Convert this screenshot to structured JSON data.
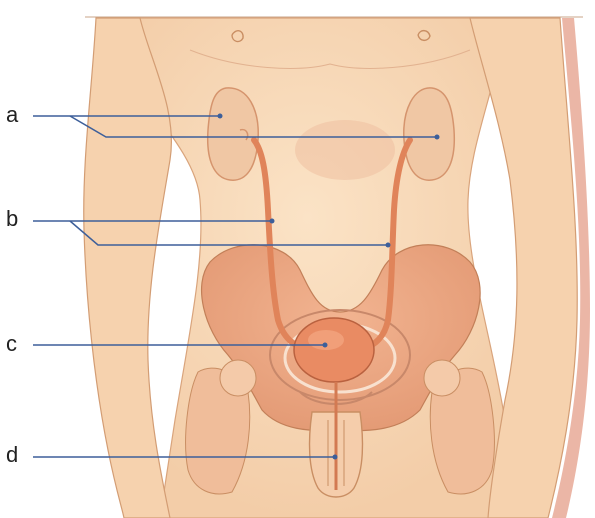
{
  "labels": [
    "a",
    "b",
    "c",
    "d"
  ],
  "colors": {
    "skin": "#f9d9b8",
    "skin_shadow": "#efc09a",
    "outline": "#c98e63",
    "bone": "#eaa883",
    "organ": "#e07a52",
    "pointer_line": "#3d5f9a"
  }
}
